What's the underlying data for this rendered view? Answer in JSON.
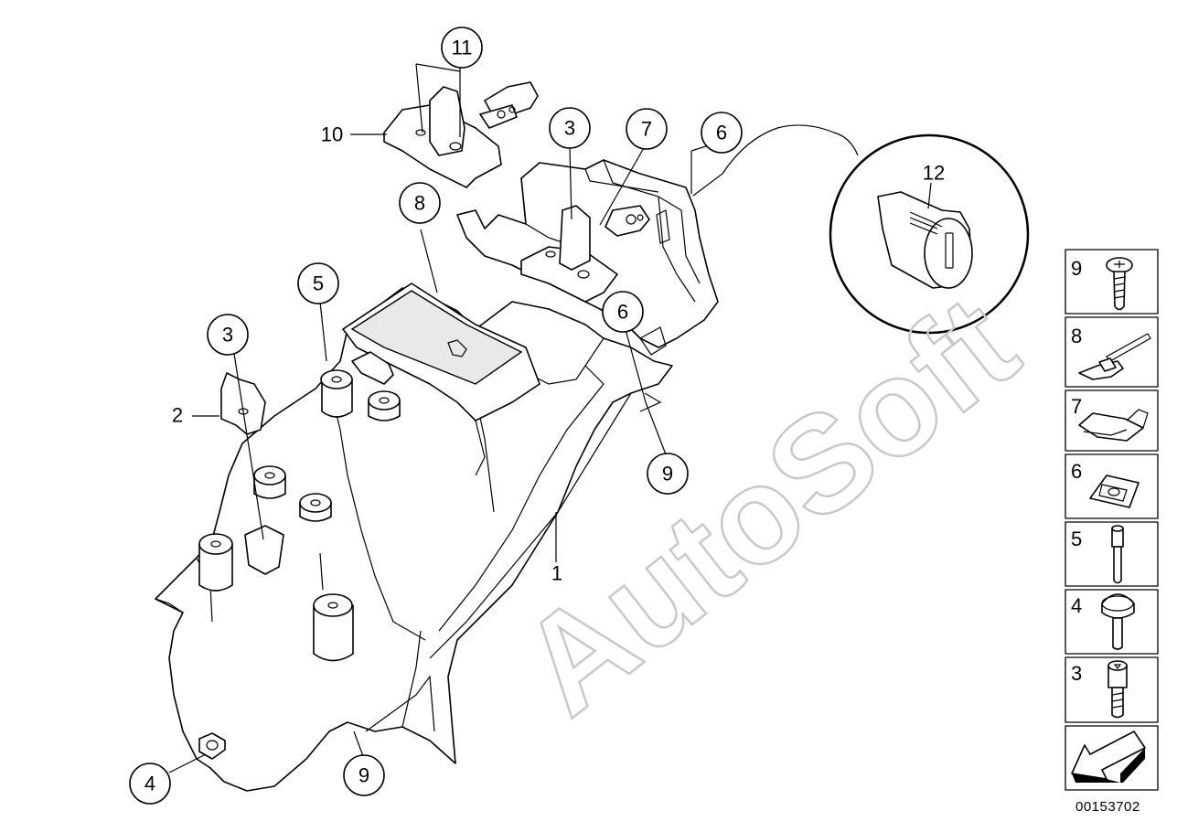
{
  "diagram": {
    "reference_number": "00153702",
    "watermark": "AutoSoft",
    "callouts": [
      {
        "id": "c11",
        "label": "11"
      },
      {
        "id": "c10",
        "label": "10"
      },
      {
        "id": "c3a",
        "label": "3"
      },
      {
        "id": "c7",
        "label": "7"
      },
      {
        "id": "c6a",
        "label": "6"
      },
      {
        "id": "c12",
        "label": "12"
      },
      {
        "id": "c8",
        "label": "8"
      },
      {
        "id": "c5",
        "label": "5"
      },
      {
        "id": "c3b",
        "label": "3"
      },
      {
        "id": "c2",
        "label": "2"
      },
      {
        "id": "c6b",
        "label": "6"
      },
      {
        "id": "c9a",
        "label": "9"
      },
      {
        "id": "c1",
        "label": "1"
      },
      {
        "id": "c4",
        "label": "4"
      },
      {
        "id": "c9b",
        "label": "9"
      }
    ],
    "legend": [
      "9",
      "8",
      "7",
      "6",
      "5",
      "4",
      "3"
    ]
  }
}
